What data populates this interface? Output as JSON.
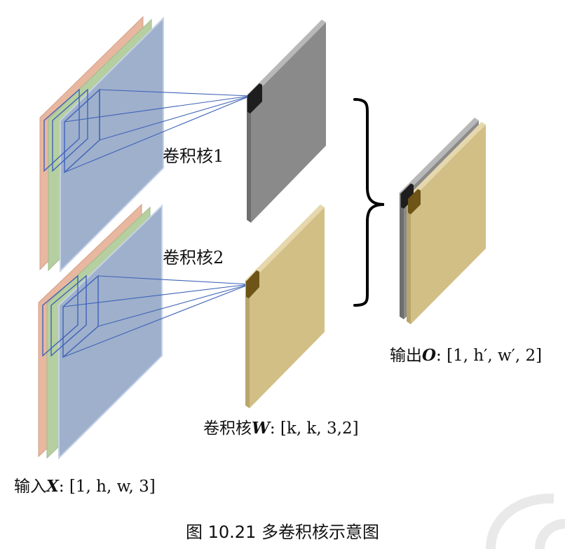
{
  "labels": {
    "kernel1": "卷积核1",
    "kernel2": "卷积核2",
    "kernel_shape_prefix": "卷积核",
    "kernel_shape_symbol": "W",
    "kernel_shape_dims": ": [k, k, 3,2]",
    "input_prefix": "输入",
    "input_symbol": "X",
    "input_dims": ": [1, h, w, 3]",
    "output_prefix": "输出",
    "output_symbol": "O",
    "output_dims": ": [1, h′, w′, 2]"
  },
  "caption": "图  10.21  多卷积核示意图",
  "colors": {
    "channel_red": "#e8b7a0",
    "channel_green": "#b6cfa0",
    "channel_blue": "#9fb0cc",
    "kernel_gray": "#8a8a8a",
    "kernel_yellow": "#d2bf86",
    "patch_dark": "#1e1e1e",
    "patch_brown": "#6e5416",
    "line_blue": "#3e63b8"
  }
}
